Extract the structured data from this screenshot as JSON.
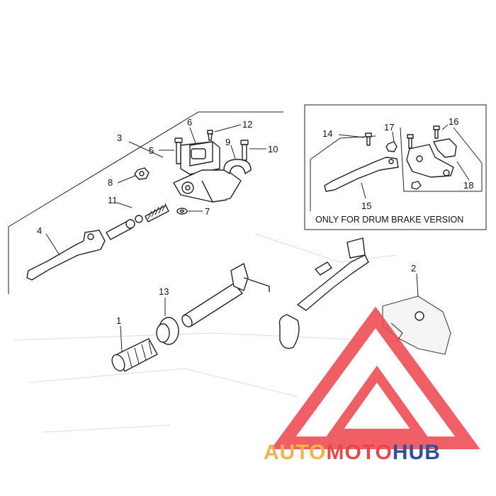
{
  "callouts": {
    "c1": "1",
    "c2": "2",
    "c3": "3",
    "c4": "4",
    "c5": "5",
    "c6": "6",
    "c7": "7",
    "c8": "8",
    "c9": "9",
    "c10": "10",
    "c11": "11",
    "c12": "12",
    "c13": "13",
    "c14": "14",
    "c15": "15",
    "c16": "16",
    "c17": "17",
    "c18": "18"
  },
  "inset": {
    "caption": "ONLY FOR DRUM BRAKE VERSION"
  },
  "watermark": {
    "brand_part1": "AUTO",
    "brand_part2": "MOTO",
    "brand_part3": "HUB",
    "colors": {
      "orange": "#f4b24a",
      "red": "#e8474a",
      "blue": "#2c4f9e",
      "triangle": "#ee4a52"
    }
  }
}
